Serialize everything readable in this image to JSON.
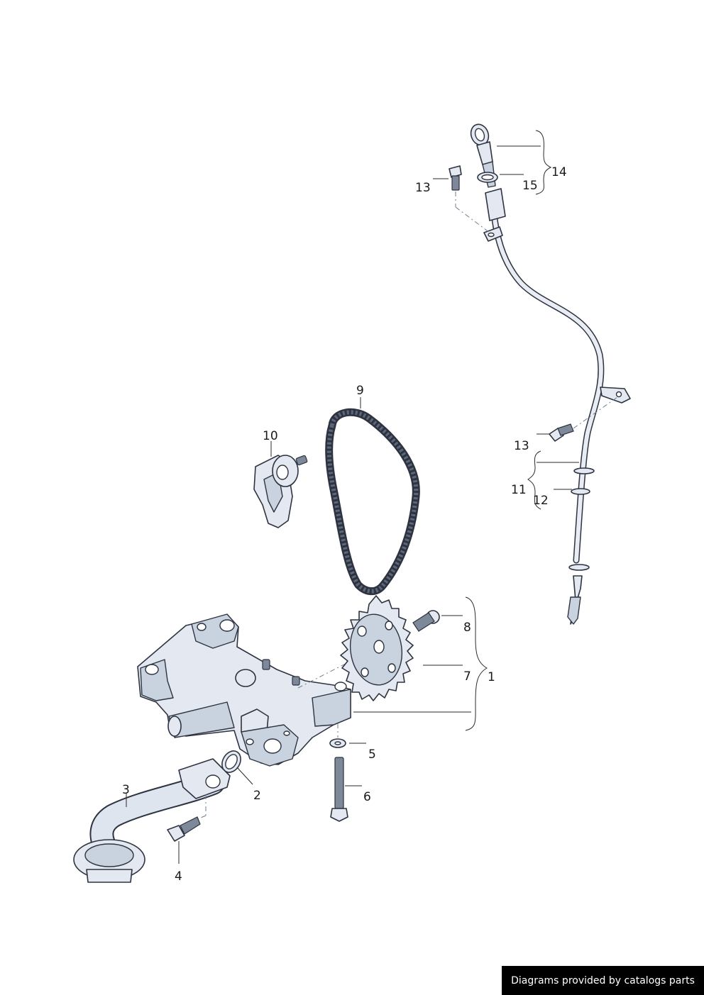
{
  "callouts": {
    "c1": "1",
    "c2": "2",
    "c3": "3",
    "c4": "4",
    "c5": "5",
    "c6": "6",
    "c7": "7",
    "c8": "8",
    "c9": "9",
    "c10": "10",
    "c11": "11",
    "c12": "12",
    "c13a": "13",
    "c13b": "13",
    "c14": "14",
    "c15": "15"
  },
  "credit": "Diagrams provided by catalogs parts"
}
